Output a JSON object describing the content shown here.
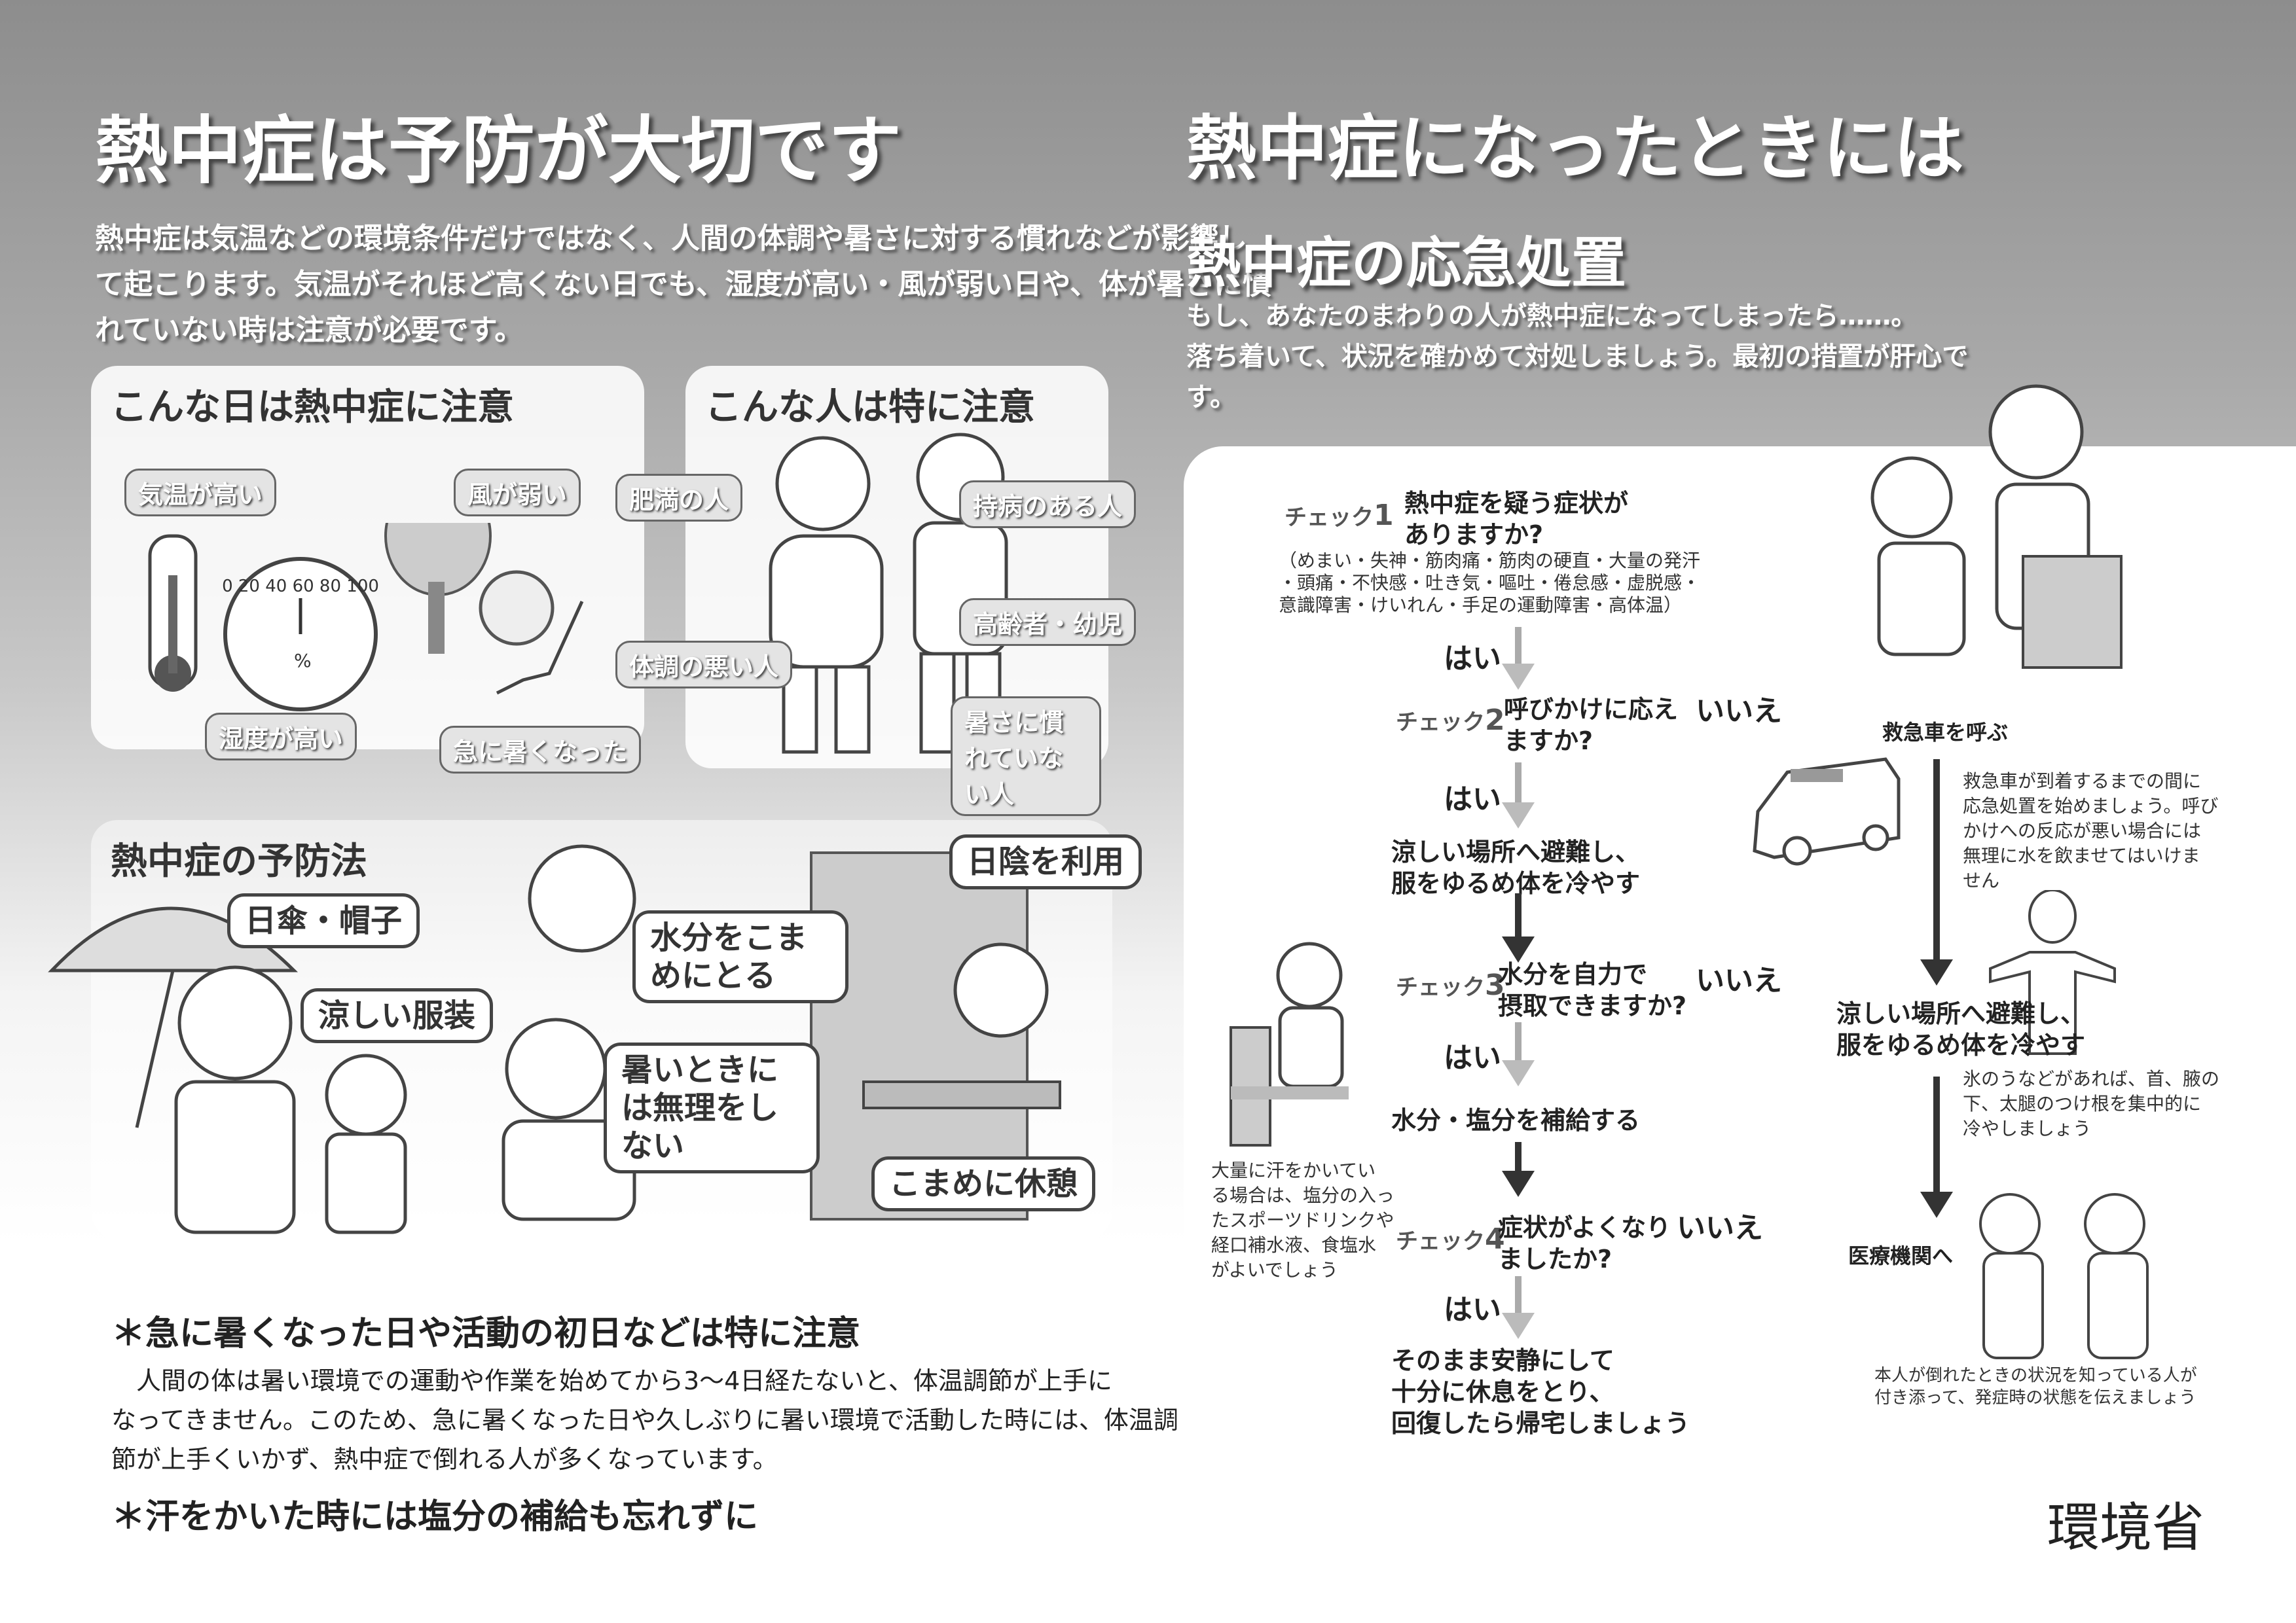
{
  "left": {
    "title": "熱中症は予防が大切です",
    "intro": [
      "熱中症は気温などの環境条件だけではなく、人間の体調や暑さに対する慣れなどが影響し",
      "て起こります。気温がそれほど高くない日でも、湿度が高い・風が弱い日や、体が暑さに慣",
      "れていない時は注意が必要です。"
    ],
    "days_box": {
      "title": "こんな日は熱中症に注意",
      "labels": [
        "気温が高い",
        "風が弱い",
        "湿度が高い",
        "急に暑くなった"
      ],
      "gauge_ticks": "0 20 40 60 80 100",
      "gauge_unit": "%"
    },
    "people_box": {
      "title": "こんな人は特に注意",
      "labels": [
        "肥満の人",
        "持病のある人",
        "高齢者・幼児",
        "体調の悪い人",
        "暑さに慣れていない人"
      ]
    },
    "prevention_box": {
      "title": "熱中症の予防法",
      "labels": [
        "日傘・帽子",
        "涼しい服装",
        "水分をこまめにとる",
        "暑いときには無理をしない",
        "日陰を利用",
        "こまめに休憩"
      ]
    },
    "note1_heading": "＊急に暑くなった日や活動の初日などは特に注意",
    "note1_body": [
      "　人間の体は暑い環境での運動や作業を始めてから3〜4日経たないと、体温調節が上手に",
      "なってきません。このため、急に暑くなった日や久しぶりに暑い環境で活動した時には、体温調",
      "節が上手くいかず、熱中症で倒れる人が多くなっています。"
    ],
    "note2_heading": "＊汗をかいた時には塩分の補給も忘れずに"
  },
  "right": {
    "title": "熱中症になったときには",
    "subtitle": "熱中症の応急処置",
    "intro": [
      "もし、あなたのまわりの人が熱中症になってしまったら……。",
      "落ち着いて、状況を確かめて対処しましょう。最初の措置が肝心で",
      "す。"
    ],
    "flow": {
      "check_label": "チェック",
      "checks": [
        {
          "num": "1",
          "question": [
            "熱中症を疑う症状が",
            "ありますか?"
          ],
          "detail": [
            "（めまい・失神・筋肉痛・筋肉の硬直・大量の発汗",
            "・頭痛・不快感・吐き気・嘔吐・倦怠感・虚脱感・",
            "意識障害・けいれん・手足の運動障害・高体温）"
          ]
        },
        {
          "num": "2",
          "question": [
            "呼びかけに応え",
            "ますか?"
          ]
        },
        {
          "num": "3",
          "question": [
            "水分を自力で",
            "摂取できますか?"
          ]
        },
        {
          "num": "4",
          "question": [
            "症状がよくなり",
            "ましたか?"
          ]
        }
      ],
      "yes": "はい",
      "no": "いいえ",
      "step_cool": [
        "涼しい場所へ避難し、",
        "服をゆるめ体を冷やす"
      ],
      "step_water": "水分・塩分を補給する",
      "step_rest": [
        "そのまま安静にして",
        "十分に休息をとり、",
        "回復したら帰宅しましょう"
      ],
      "call_ambulance": "救急車を呼ぶ",
      "ambulance_note": [
        "救急車が到着するまでの間に",
        "応急処置を始めましょう。呼び",
        "かけへの反応が悪い場合には",
        "無理に水を飲ませてはいけま",
        "せん"
      ],
      "cool_note": [
        "氷のうなどがあれば、首、腋の",
        "下、太腿のつけ根を集中的に",
        "冷やしましょう"
      ],
      "hospital": "医療機関へ",
      "hospital_note": [
        "本人が倒れたときの状況を知っている人が",
        "付き添って、発症時の状態を伝えましょう"
      ],
      "sweat_note": [
        "大量に汗をかいてい",
        "る場合は、塩分の入っ",
        "たスポーツドリンクや",
        "経口補水液、食塩水",
        "がよいでしょう"
      ]
    }
  },
  "footer": {
    "ministry": "環境省"
  }
}
